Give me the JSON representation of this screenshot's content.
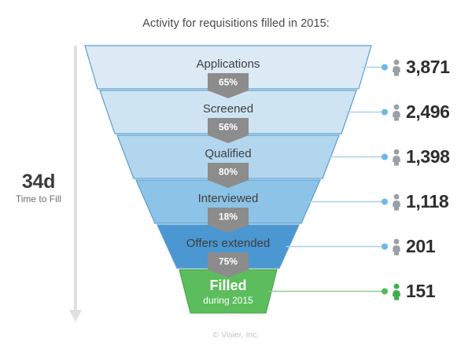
{
  "title": "Activity for requisitions filled in 2015:",
  "footer": "© Visier, Inc.",
  "metric": {
    "value": "34d",
    "label": "Time to Fill"
  },
  "axis_arrow": {
    "name": "time-arrow",
    "color": "#e0e0e0",
    "direction": "down"
  },
  "chart_data": {
    "type": "funnel",
    "title": "Activity for requisitions filled in 2015:",
    "xlabel": "",
    "ylabel": "",
    "legend_position": "right",
    "grid": false,
    "categories": [
      "Applications",
      "Screened",
      "Qualified",
      "Interviewed",
      "Offers extended",
      "Filled"
    ],
    "values": [
      3871,
      2496,
      1398,
      1118,
      201,
      151
    ],
    "value_labels": [
      "3,871",
      "2,496",
      "1,398",
      "1,118",
      "201",
      "151"
    ],
    "conversion_labels": [
      "65%",
      "56%",
      "80%",
      "18%",
      "75%"
    ],
    "conversion_values": [
      65,
      56,
      80,
      18,
      75
    ],
    "segment_colors": [
      "#dbeaf5",
      "#cfe4f3",
      "#b2d6ee",
      "#8cc3e6",
      "#4a97d2",
      "#5cbd5c"
    ],
    "segments": [
      {
        "label": "Applications",
        "sublabel": "",
        "value": 3871,
        "value_label": "3,871",
        "color": "#dbeaf5",
        "conversion_to_next": "65%",
        "marker_color": "#6cb8e4",
        "icon_color": "#9aa0a6"
      },
      {
        "label": "Screened",
        "sublabel": "",
        "value": 2496,
        "value_label": "2,496",
        "color": "#cfe4f3",
        "conversion_to_next": "56%",
        "marker_color": "#6cb8e4",
        "icon_color": "#9aa0a6"
      },
      {
        "label": "Qualified",
        "sublabel": "",
        "value": 1398,
        "value_label": "1,398",
        "color": "#b2d6ee",
        "conversion_to_next": "80%",
        "marker_color": "#6cb8e4",
        "icon_color": "#9aa0a6"
      },
      {
        "label": "Interviewed",
        "sublabel": "",
        "value": 1118,
        "value_label": "1,118",
        "color": "#8cc3e6",
        "conversion_to_next": "18%",
        "marker_color": "#6cb8e4",
        "icon_color": "#9aa0a6"
      },
      {
        "label": "Offers extended",
        "sublabel": "",
        "value": 201,
        "value_label": "201",
        "color": "#4a97d2",
        "conversion_to_next": "75%",
        "marker_color": "#6cb8e4",
        "icon_color": "#9aa0a6"
      },
      {
        "label": "Filled",
        "sublabel": "during 2015",
        "value": 151,
        "value_label": "151",
        "color": "#5cbd5c",
        "conversion_to_next": "",
        "marker_color": "#54b959",
        "icon_color": "#3fae4a"
      }
    ],
    "annotations": [
      {
        "text": "34d",
        "detail": "Time to Fill"
      }
    ]
  },
  "colors": {
    "badge": "#8c8c8c",
    "stroke_blue": "#5b9fd0",
    "stroke_green": "#46a846",
    "leader_blue": "#a9cfe8",
    "leader_green": "#8bcf8b"
  }
}
